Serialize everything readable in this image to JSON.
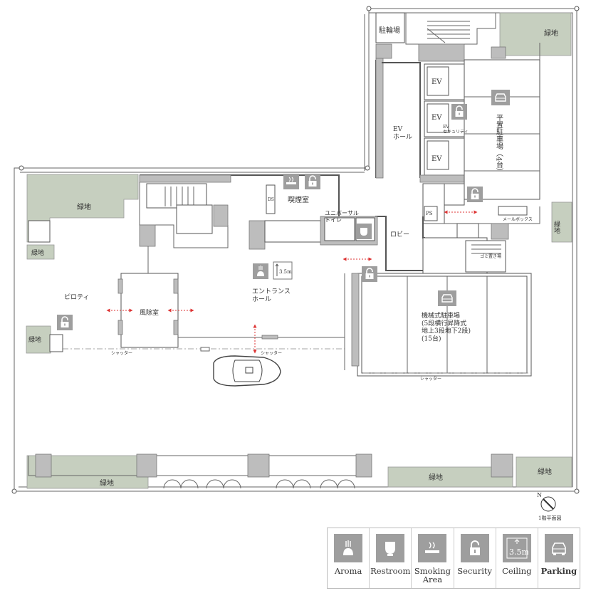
{
  "labels": {
    "bicycle_parking": "駐輪場",
    "green_top_right": "緑地",
    "green_left": "緑地",
    "green_left_small": "緑地",
    "green_right_side": "緑地",
    "green_piloti": "緑地",
    "green_bottom_left": "緑地",
    "green_bottom_mid": "緑地",
    "green_bottom_right": "緑地",
    "ev1": "EV",
    "ev2": "EV",
    "ev3": "EV",
    "ev_hall": "EV\nホール",
    "ev_security": "EV\nセキュリティ",
    "flat_parking": "平置駐車場（4台）",
    "smoking_room": "喫煙室",
    "ds": "DS",
    "universal_toilet": "ユニバーサル\nトイレ",
    "lobby": "ロビー",
    "ps": "PS",
    "mailbox": "メールボックス",
    "garbage": "ゴミ置き場",
    "piloti": "ピロティ",
    "windbreak": "風除室",
    "entrance_hall": "エントランス\nホール",
    "ceiling_height": "3.5m",
    "mech_parking": "機械式駐車場\n(5段横行昇降式\n地上3段地下2段)\n(15台)",
    "shutter1": "シャッター",
    "shutter2": "シャッター",
    "shutter3": "シャッター",
    "floor_caption": "1階平面図"
  },
  "legend": [
    {
      "icon": "aroma-icon",
      "label": "Aroma"
    },
    {
      "icon": "restroom-icon",
      "label": "Restroom"
    },
    {
      "icon": "smoking-icon",
      "label": "Smoking\nArea"
    },
    {
      "icon": "security-icon",
      "label": "Security"
    },
    {
      "icon": "ceiling-icon",
      "label": "Ceiling",
      "value": "3.5m"
    },
    {
      "icon": "parking-icon",
      "label": "Parking"
    }
  ],
  "colors": {
    "green": "#c6cfbf",
    "icon": "#9e9e9e",
    "arrow": "#dd3333"
  }
}
